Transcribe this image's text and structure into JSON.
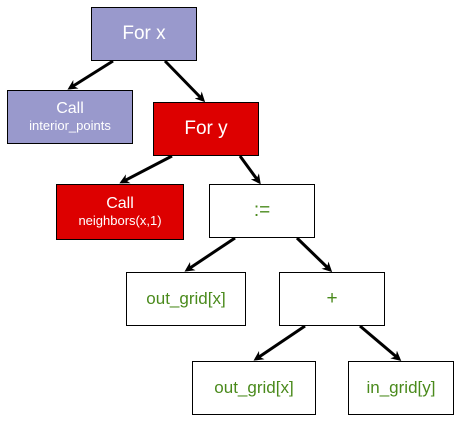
{
  "nodes": {
    "for_x": {
      "label": "For x"
    },
    "call_interior": {
      "line1": "Call",
      "line2": "interior_points"
    },
    "for_y": {
      "label": "For y"
    },
    "call_neighbors": {
      "line1": "Call",
      "line2": "neighbors(x,1)"
    },
    "assign": {
      "label": ":="
    },
    "out_grid_1": {
      "label": "out_grid[x]"
    },
    "plus": {
      "label": "+"
    },
    "out_grid_2": {
      "label": "out_grid[x]"
    },
    "in_grid": {
      "label": "in_grid[y]"
    }
  },
  "colors": {
    "loop_outer": "#9999cc",
    "loop_inner": "#dd0000",
    "expression_text": "#4a8a1c",
    "edge": "#000000"
  }
}
